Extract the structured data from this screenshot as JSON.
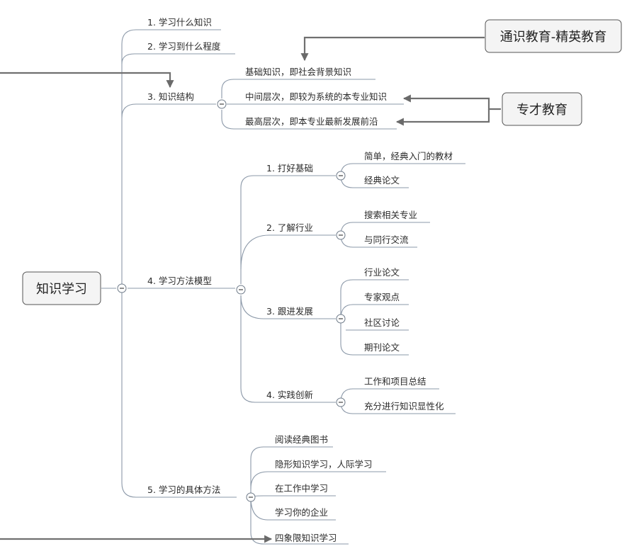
{
  "central": {
    "label": "知识学习"
  },
  "callouts": {
    "general_education": "通识教育-精英教育",
    "specialist_education": "专才教育"
  },
  "branches": {
    "b1": "1. 学习什么知识",
    "b2": "2. 学习到什么程度",
    "b3": {
      "label": "3. 知识结构",
      "items": [
        "基础知识，即社会背景知识",
        "中间层次，即较为系统的本专业知识",
        "最高层次，即本专业最新发展前沿"
      ]
    },
    "b4": {
      "label": "4. 学习方法模型",
      "subs": [
        {
          "label": "1. 打好基础",
          "items": [
            "简单，经典入门的教材",
            "经典论文"
          ]
        },
        {
          "label": "2. 了解行业",
          "items": [
            "搜索相关专业",
            "与同行交流"
          ]
        },
        {
          "label": "3. 跟进发展",
          "items": [
            "行业论文",
            "专家观点",
            "社区讨论",
            "期刊论文"
          ]
        },
        {
          "label": "4. 实践创新",
          "items": [
            "工作和项目总结",
            "充分进行知识显性化"
          ]
        }
      ]
    },
    "b5": {
      "label": "5. 学习的具体方法",
      "items": [
        "阅读经典图书",
        "隐形知识学习，人际学习",
        "在工作中学习",
        "学习你的企业",
        "四象限知识学习"
      ]
    }
  }
}
